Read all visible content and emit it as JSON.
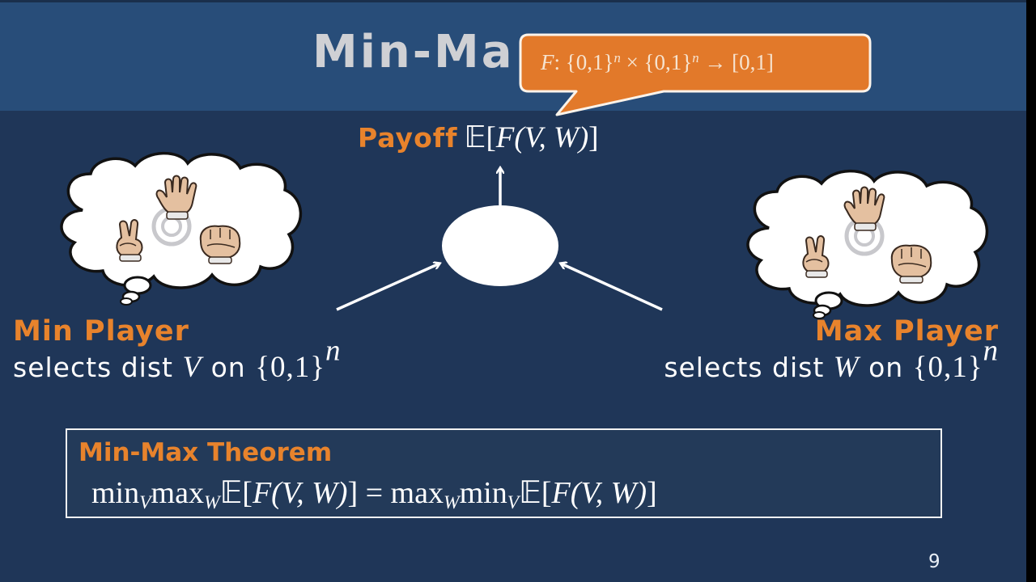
{
  "slide": {
    "title_visible": "Min-Ma",
    "page_number": "9",
    "colors": {
      "title_bar": "#284d79",
      "background": "#1f3658",
      "accent_orange": "#e8832c",
      "title_text": "#cfd0d4",
      "callout_fill": "#e2792a"
    }
  },
  "callout": {
    "func": "F",
    "colon": ":",
    "set1": "{0,1}",
    "sup1": "n",
    "times": " × ",
    "set2": "{0,1}",
    "sup2": "n",
    "arrow": " → ",
    "range": "[0,1]"
  },
  "payoff": {
    "label": "Payoff",
    "expectation": "𝔼[",
    "func": "F",
    "args": "(V, W)",
    "close": "]"
  },
  "diagram": {
    "center_node": "ellipse",
    "left_thought_cloud": [
      "paper-hand-icon",
      "scissors-hand-icon",
      "rock-hand-icon"
    ],
    "right_thought_cloud": [
      "paper-hand-icon",
      "scissors-hand-icon",
      "rock-hand-icon"
    ]
  },
  "min_player": {
    "name": "Min Player",
    "desc_prefix": "selects dist ",
    "var": "V",
    "desc_mid": " on ",
    "set": "{0,1}",
    "sup": "n"
  },
  "max_player": {
    "name": "Max Player",
    "desc_prefix": "selects dist ",
    "var": "W",
    "desc_mid": " on ",
    "set": "{0,1}",
    "sup": "n"
  },
  "theorem": {
    "title": "Min-Max Theorem",
    "lhs_min": "min",
    "lhs_min_sub": "V",
    "lhs_max": "max",
    "lhs_max_sub": "W",
    "lhs_expr": "𝔼[",
    "lhs_F": "F",
    "lhs_args": "(V, W)",
    "lhs_close": "]",
    "equals": " = ",
    "rhs_max": "max",
    "rhs_max_sub": "W",
    "rhs_min": "min",
    "rhs_min_sub": "V",
    "rhs_expr": "𝔼[",
    "rhs_F": "F",
    "rhs_args": "(V, W)",
    "rhs_close": "]"
  }
}
